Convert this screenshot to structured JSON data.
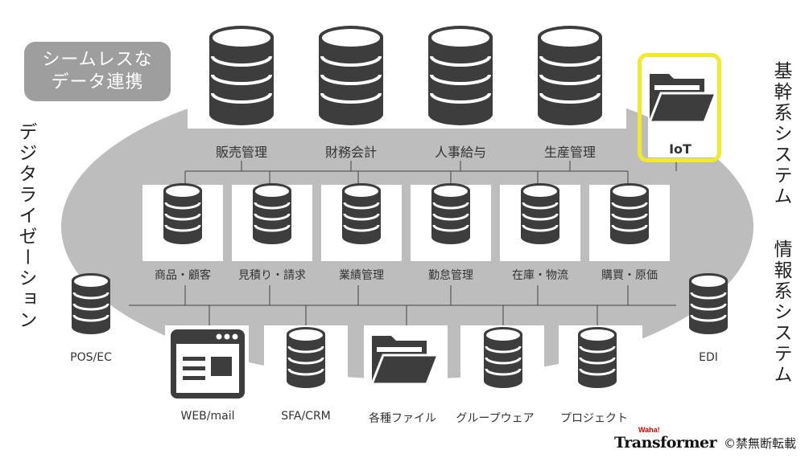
{
  "badge": {
    "line1": "シームレスな",
    "line2": "データ連携"
  },
  "left_vertical": "デジタライゼーション",
  "right_vertical_top": "基幹系システム",
  "right_vertical_bottom": "情報系システム",
  "core_systems": [
    "販売管理",
    "財務会計",
    "人事給与",
    "生産管理"
  ],
  "iot_label": "IoT",
  "info_systems": [
    "商品・顧客",
    "見積り・請求",
    "業績管理",
    "勤怠管理",
    "在庫・物流",
    "購買・原価"
  ],
  "outer": {
    "pos_ec": "POS/EC",
    "web_mail": "WEB/mail",
    "sfa_crm": "SFA/CRM",
    "files": "各種ファイル",
    "groupware": "グループウェア",
    "project": "プロジェクト",
    "edi": "EDI"
  },
  "footer": {
    "brand_small": "Waha!",
    "brand": "Transformer",
    "copyright": "©禁無断転載"
  },
  "colors": {
    "oval": "#bdbdbd",
    "badge": "#9e9e9e",
    "icon": "#3d3d3d",
    "highlight": "#f0ea2a"
  }
}
